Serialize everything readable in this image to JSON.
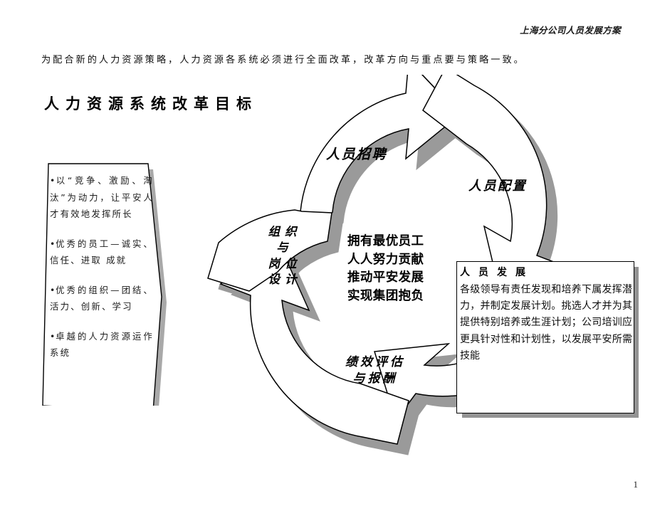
{
  "header": {
    "title": "上海分公司人员发展方案"
  },
  "intro": {
    "paragraph": "为配合新的人力资源策略，人力资源各系统必须进行全面改革，改革方向与重点要与策略一致。"
  },
  "section": {
    "title": "人力资源系统改革目标"
  },
  "bullets": [
    "以“竞争、激励、淘汰”为动力，让平安人才有效地发挥所长",
    "优秀的员工—诚实、信任、进取 成就",
    "优秀的组织—团结、活力、创新、学习",
    "卓越的人力资源运作系统"
  ],
  "bullet_marker": "•",
  "cycle": {
    "labels": {
      "recruit": "人员招聘",
      "allocate": "人员配置",
      "organization_line1": "组织",
      "organization_line2": "与",
      "organization_line3": "岗位",
      "organization_line4": "设计",
      "performance_line1": "绩效评估",
      "performance_line2": "与报酬"
    },
    "center": {
      "line1": "拥有最优员工",
      "line2": "人人努力贡献",
      "line3": "推动平安发展",
      "line4": "实现集团抱负"
    }
  },
  "detail_box": {
    "title": "人员发展",
    "body": "各级领导有责任发现和培养下属发挥潜力，并制定发展计划。挑选人才并为其提供特别培养或生涯计划；公司培训应更具针对性和计划性，以发展平安所需技能"
  },
  "footer": {
    "page_number": "1"
  },
  "colors": {
    "outline": "#000000",
    "shadow": "#9a9a9a",
    "fill": "#ffffff",
    "text": "#000000"
  }
}
